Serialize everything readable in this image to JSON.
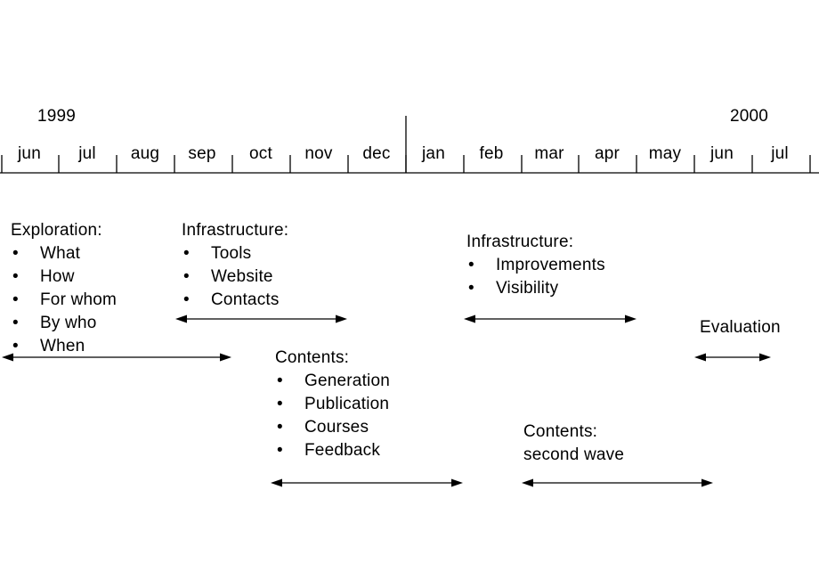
{
  "years": [
    {
      "label": "1999"
    },
    {
      "label": "2000"
    }
  ],
  "months": [
    "jun",
    "jul",
    "aug",
    "sep",
    "oct",
    "nov",
    "dec",
    "jan",
    "feb",
    "mar",
    "apr",
    "may",
    "jun",
    "jul"
  ],
  "bullet_glyph": "•",
  "blocks": {
    "exploration": {
      "title": "Exploration:",
      "items": [
        "What",
        "How",
        "For whom",
        "By who",
        "When"
      ]
    },
    "infrastructure1": {
      "title": "Infrastructure:",
      "items": [
        "Tools",
        "Website",
        "Contacts"
      ]
    },
    "infrastructure2": {
      "title": "Infrastructure:",
      "items": [
        "Improvements",
        "Visibility"
      ]
    },
    "evaluation": {
      "title": "Evaluation"
    },
    "contents1": {
      "title": "Contents:",
      "items": [
        "Generation",
        "Publication",
        "Courses",
        "Feedback"
      ]
    },
    "contents2": {
      "title": "Contents:",
      "subtitle": "second wave"
    }
  },
  "colors": {
    "ink": "#000000",
    "background": "#ffffff"
  }
}
